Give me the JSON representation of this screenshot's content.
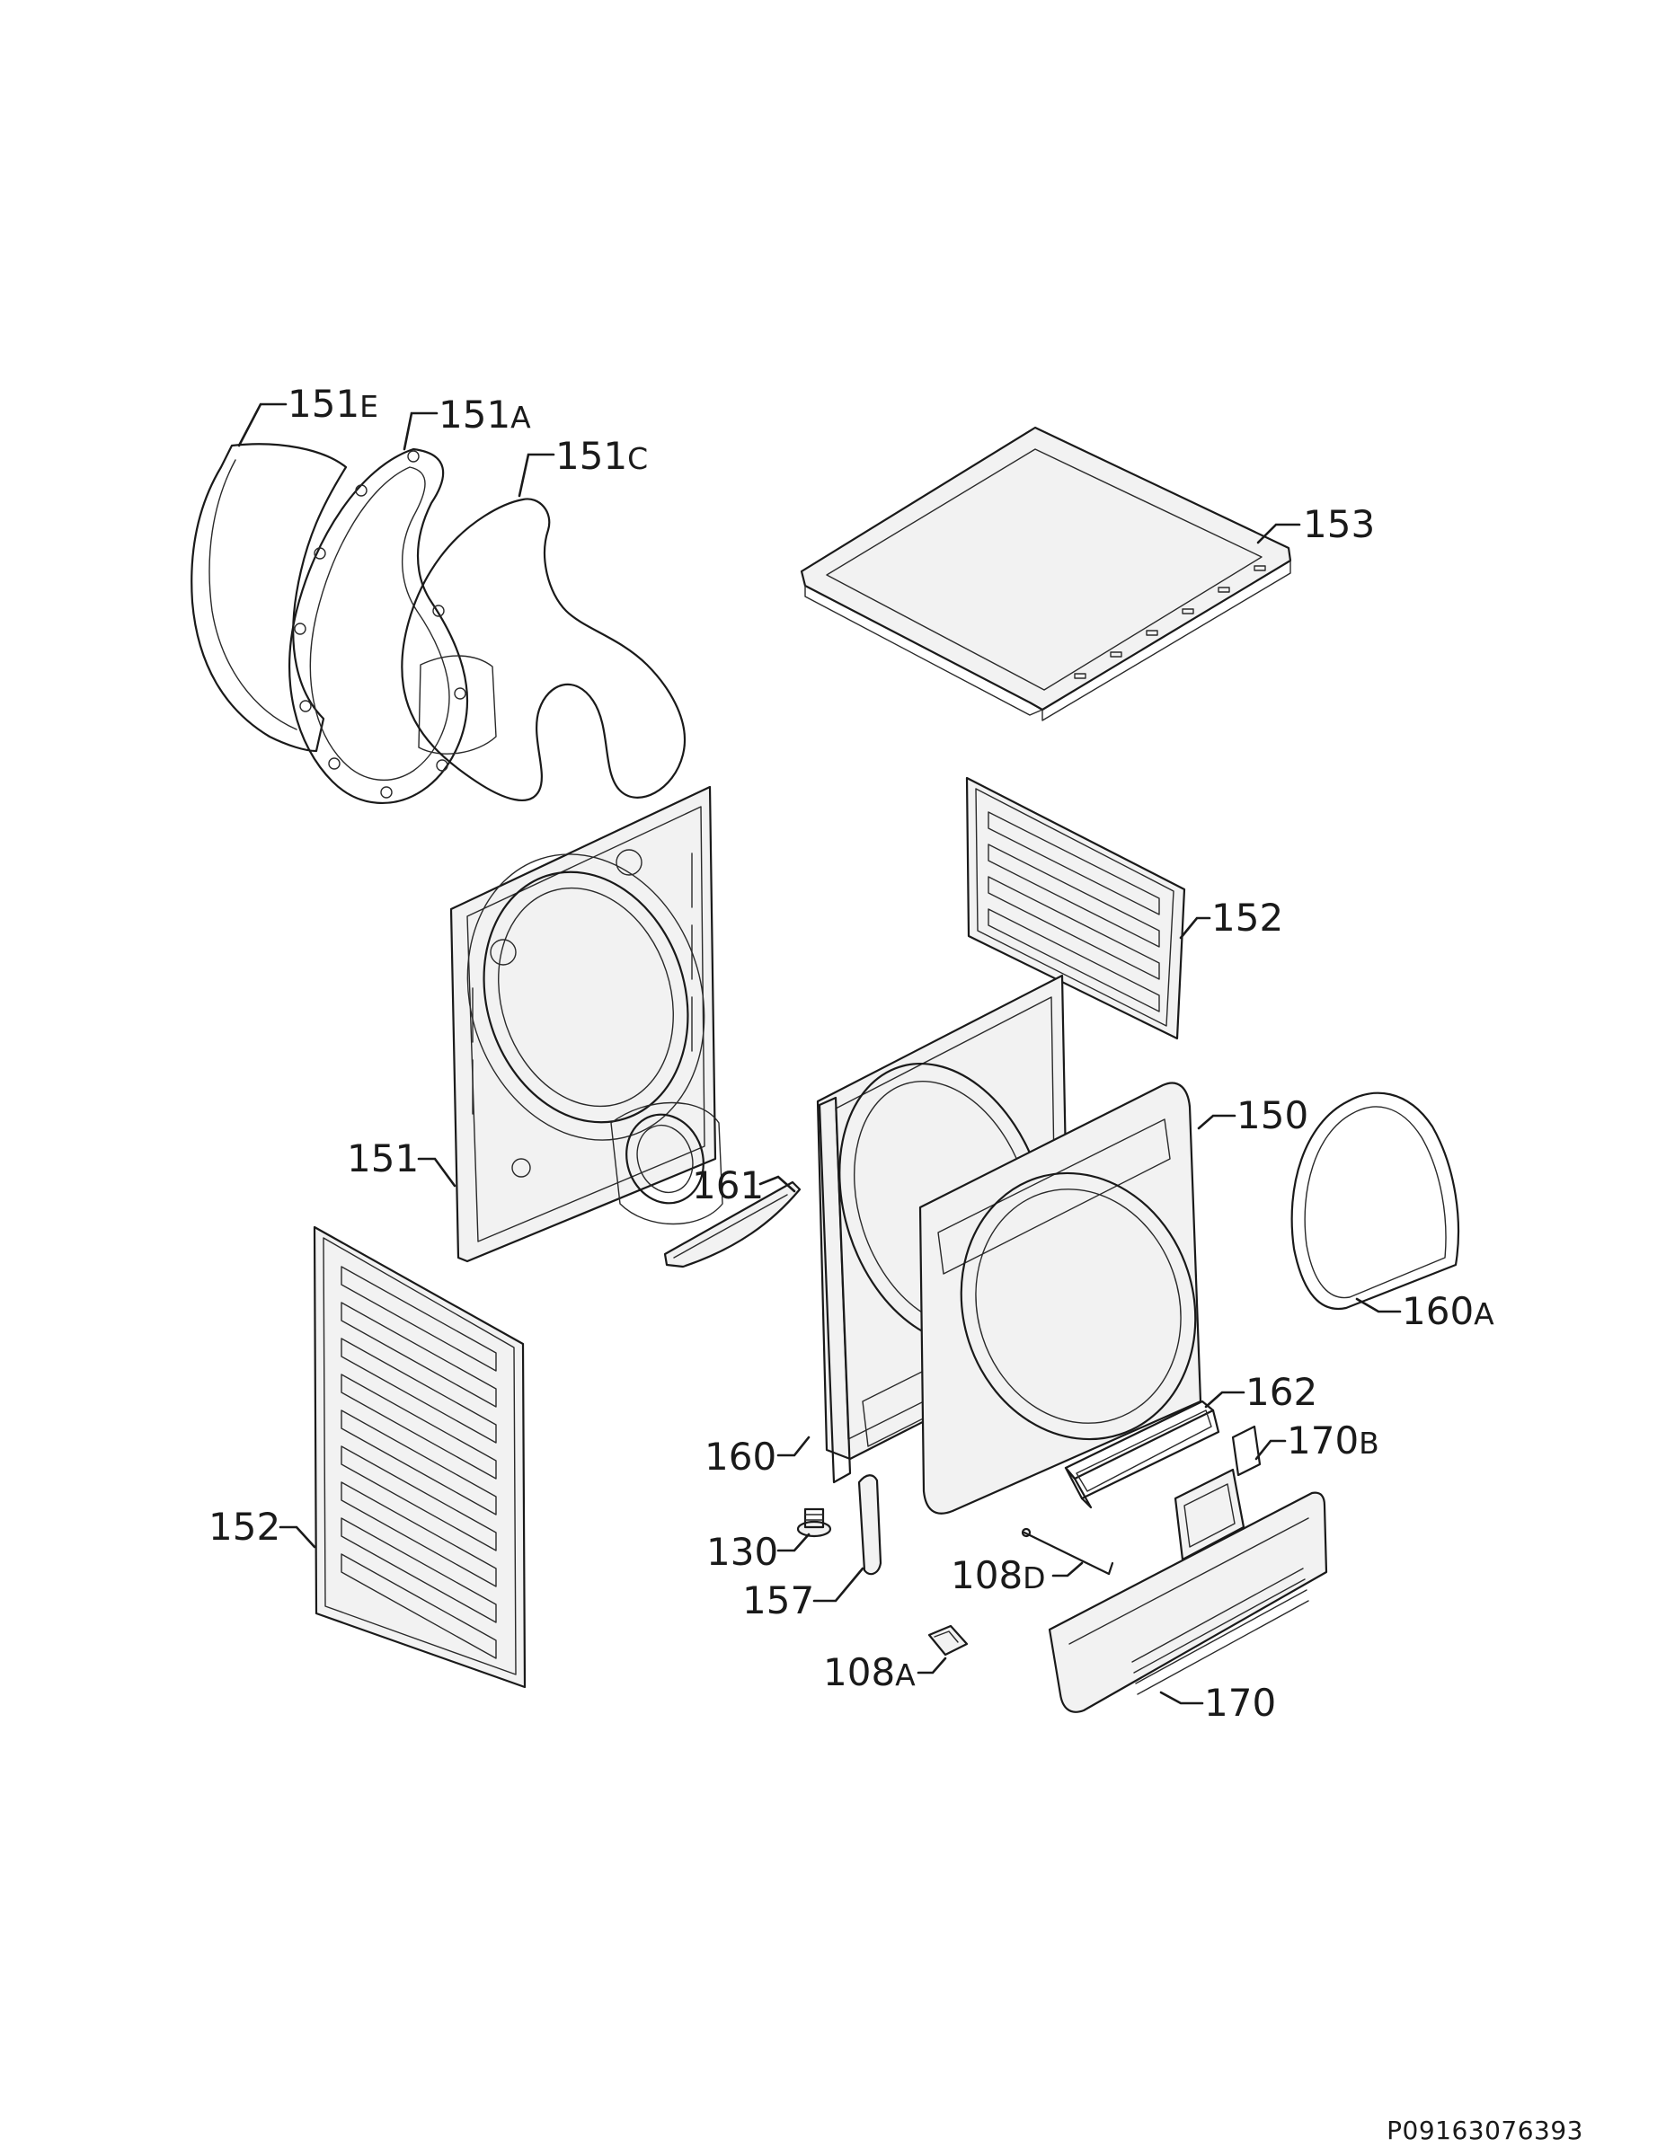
{
  "callouts": {
    "c151E": {
      "num": "151",
      "suffix": "E"
    },
    "c151A": {
      "num": "151",
      "suffix": "A"
    },
    "c151C": {
      "num": "151",
      "suffix": "C"
    },
    "c153": {
      "num": "153",
      "suffix": ""
    },
    "c152R": {
      "num": "152",
      "suffix": ""
    },
    "c150": {
      "num": "150",
      "suffix": ""
    },
    "c151": {
      "num": "151",
      "suffix": ""
    },
    "c161": {
      "num": "161",
      "suffix": ""
    },
    "c160A": {
      "num": "160",
      "suffix": "A"
    },
    "c162": {
      "num": "162",
      "suffix": ""
    },
    "c170B": {
      "num": "170",
      "suffix": "B"
    },
    "c160": {
      "num": "160",
      "suffix": ""
    },
    "c152L": {
      "num": "152",
      "suffix": ""
    },
    "c130": {
      "num": "130",
      "suffix": ""
    },
    "c108D": {
      "num": "108",
      "suffix": "D"
    },
    "c157": {
      "num": "157",
      "suffix": ""
    },
    "c108A": {
      "num": "108",
      "suffix": "A"
    },
    "c170": {
      "num": "170",
      "suffix": ""
    }
  },
  "footer": {
    "reference_code": "P09163076393"
  }
}
